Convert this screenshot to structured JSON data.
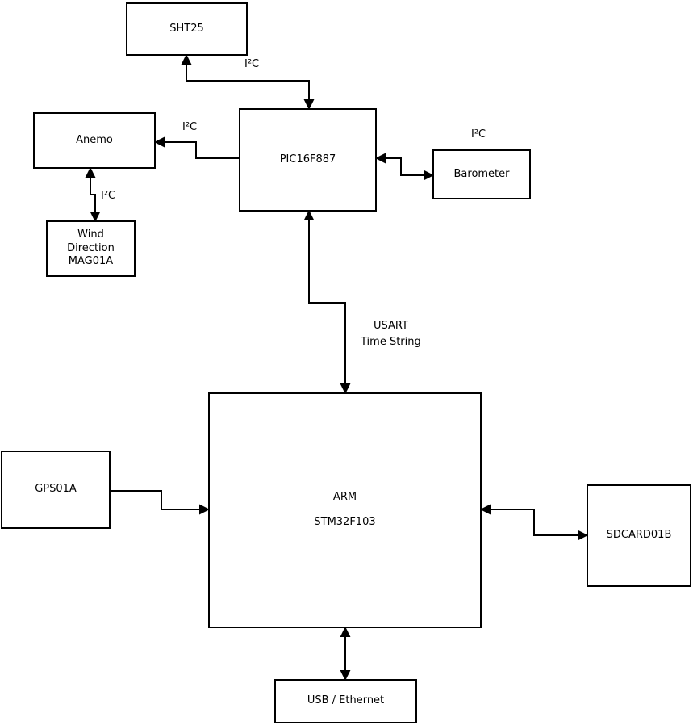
{
  "diagram": {
    "nodes": {
      "sht25": {
        "label": "SHT25"
      },
      "anemo": {
        "label": "Anemo"
      },
      "wind_direction": {
        "lines": [
          "Wind",
          "Direction",
          "MAG01A"
        ]
      },
      "pic": {
        "label": "PIC16F887"
      },
      "barometer": {
        "label": "Barometer"
      },
      "gps": {
        "label": "GPS01A"
      },
      "arm": {
        "lines": [
          "ARM",
          "STM32F103"
        ]
      },
      "sdcard": {
        "label": "SDCARD01B"
      },
      "usb_ethernet": {
        "label": "USB / Ethernet"
      }
    },
    "labels": {
      "i2c_sht25": "I²C",
      "i2c_anemo": "I²C",
      "i2c_wind": "I²C",
      "i2c_barometer": "I²C",
      "usart": "USART",
      "time_string": "Time String"
    },
    "edges": [
      {
        "from": "SHT25",
        "to": "PIC16F887",
        "bidirectional": true,
        "label": "I²C"
      },
      {
        "from": "PIC16F887",
        "to": "Anemo",
        "bidirectional": false,
        "label": "I²C"
      },
      {
        "from": "Anemo",
        "to": "Wind Direction MAG01A",
        "bidirectional": true,
        "label": "I²C"
      },
      {
        "from": "PIC16F887",
        "to": "Barometer",
        "bidirectional": true,
        "label": "I²C"
      },
      {
        "from": "PIC16F887",
        "to": "ARM STM32F103",
        "bidirectional": true,
        "label": "USART Time String"
      },
      {
        "from": "GPS01A",
        "to": "ARM STM32F103",
        "bidirectional": false,
        "label": ""
      },
      {
        "from": "ARM STM32F103",
        "to": "SDCARD01B",
        "bidirectional": true,
        "label": ""
      },
      {
        "from": "ARM STM32F103",
        "to": "USB / Ethernet",
        "bidirectional": true,
        "label": ""
      }
    ],
    "colors": {
      "stroke": "#000000",
      "background": "#ffffff",
      "text": "#000000"
    }
  }
}
